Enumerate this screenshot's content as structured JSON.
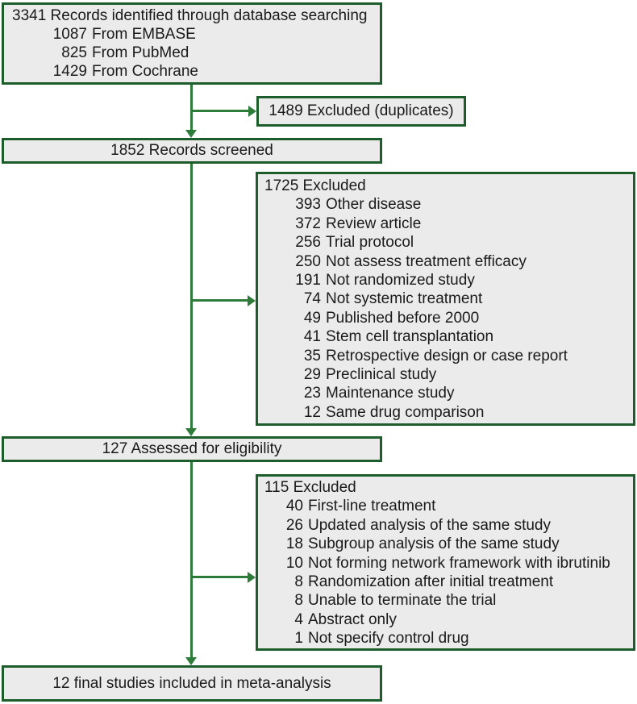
{
  "colors": {
    "border": "#1d5c2b",
    "arrow": "#2e7c3a",
    "fill": "#ebebeb",
    "text": "#1a1a1a"
  },
  "boxes": {
    "identified": {
      "header": "3341 Records identified through database searching",
      "items": [
        {
          "count": "1087",
          "label": "From EMBASE"
        },
        {
          "count": "825",
          "label": "From PubMed"
        },
        {
          "count": "1429",
          "label": "From Cochrane"
        }
      ]
    },
    "duplicates_excluded": {
      "label": "1489 Excluded (duplicates)"
    },
    "screened": {
      "label": "1852 Records screened"
    },
    "screening_excluded": {
      "header": "1725 Excluded",
      "items": [
        {
          "count": "393",
          "label": "Other disease"
        },
        {
          "count": "372",
          "label": "Review article"
        },
        {
          "count": "256",
          "label": "Trial protocol"
        },
        {
          "count": "250",
          "label": "Not assess treatment efficacy"
        },
        {
          "count": "191",
          "label": "Not randomized study"
        },
        {
          "count": "74",
          "label": "Not systemic treatment"
        },
        {
          "count": "49",
          "label": "Published before 2000"
        },
        {
          "count": "41",
          "label": "Stem cell transplantation"
        },
        {
          "count": "35",
          "label": "Retrospective design or case report"
        },
        {
          "count": "29",
          "label": "Preclinical study"
        },
        {
          "count": "23",
          "label": "Maintenance study"
        },
        {
          "count": "12",
          "label": "Same drug comparison"
        }
      ]
    },
    "eligibility": {
      "label": "127 Assessed for eligibility"
    },
    "eligibility_excluded": {
      "header": "115 Excluded",
      "items": [
        {
          "count": "40",
          "label": "First-line treatment"
        },
        {
          "count": "26",
          "label": "Updated analysis of the same study"
        },
        {
          "count": "18",
          "label": "Subgroup analysis of the same study"
        },
        {
          "count": "10",
          "label": "Not forming network framework with ibrutinib"
        },
        {
          "count": "8",
          "label": "Randomization after initial treatment"
        },
        {
          "count": "8",
          "label": "Unable to terminate the trial"
        },
        {
          "count": "4",
          "label": "Abstract only"
        },
        {
          "count": "1",
          "label": "Not specify control drug"
        }
      ]
    },
    "included": {
      "label": "12 final studies included in meta-analysis"
    }
  }
}
